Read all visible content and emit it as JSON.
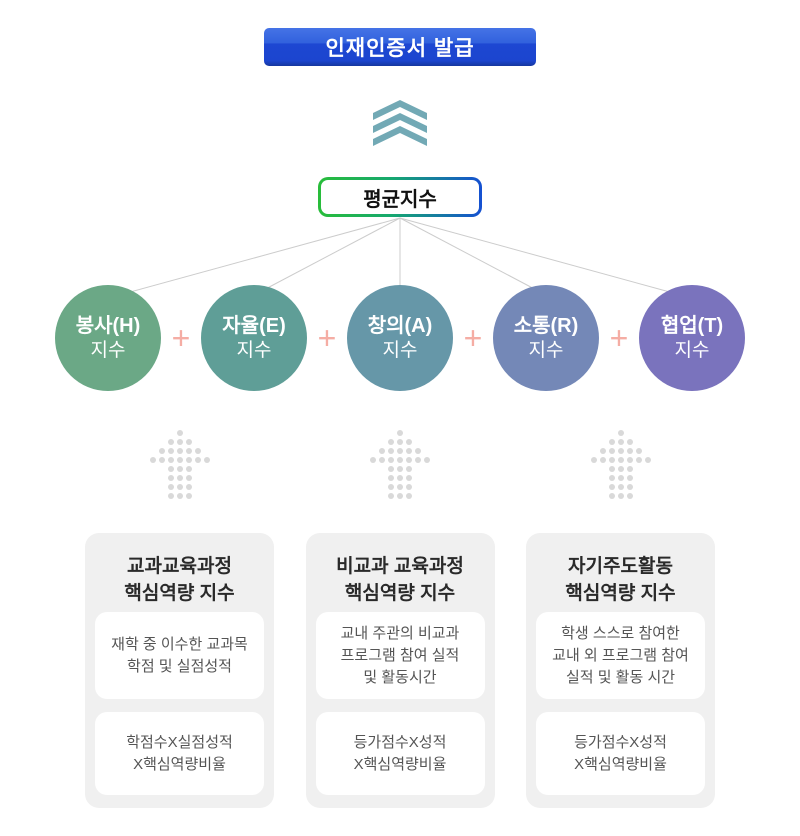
{
  "title_banner": {
    "label": "인재인증서 발급"
  },
  "average_box": {
    "label": "평균지수"
  },
  "plus_separator": "+",
  "index_circles": [
    {
      "name": "봉사(H)",
      "sub": "지수",
      "color": "#6BA886"
    },
    {
      "name": "자율(E)",
      "sub": "지수",
      "color": "#5F9E97"
    },
    {
      "name": "창의(A)",
      "sub": "지수",
      "color": "#6697A8"
    },
    {
      "name": "소통(R)",
      "sub": "지수",
      "color": "#7488B7"
    },
    {
      "name": "협업(T)",
      "sub": "지수",
      "color": "#7A73BD"
    }
  ],
  "cards": [
    {
      "title": "교과교육과정\n핵심역량 지수",
      "box1": "재학 중 이수한 교과목\n학점 및 실점성적",
      "box2": "학점수X실점성적\nX핵심역량비율"
    },
    {
      "title": "비교과 교육과정\n핵심역량 지수",
      "box1": "교내 주관의 비교과\n프로그램 참여 실적\n및 활동시간",
      "box2": "등가점수X성적\nX핵심역량비율"
    },
    {
      "title": "자기주도활동\n핵심역량 지수",
      "box1": "학생 스스로 참여한\n교내 외 프로그램 참여\n실적 및 활동 시간",
      "box2": "등가점수X성적\nX핵심역량비율"
    }
  ],
  "colors": {
    "banner_blue": "#1D47D2",
    "avg_border_green": "#29BD3A",
    "avg_border_blue": "#1550D2",
    "chevron_teal": "#72A9B5",
    "plus_pink": "#F5ADA4",
    "dot_gray": "#D9D9D9",
    "card_bg": "#F0F0F0",
    "connector_gray": "#CCCCCC"
  }
}
